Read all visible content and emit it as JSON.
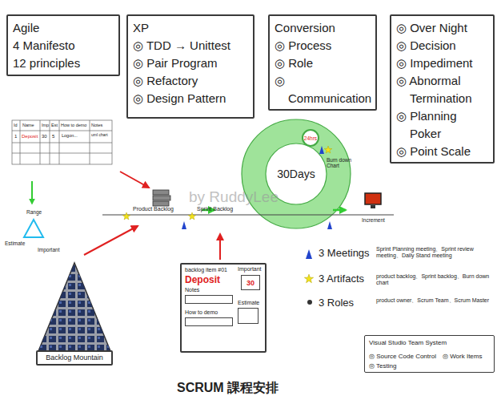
{
  "diagram": {
    "caption": "SCRUM 課程安排",
    "nodes": [
      {
        "text": [
          "Agile",
          "4 Manifesto",
          "12 principles"
        ]
      },
      {
        "text": [
          "XP",
          "◎ TDD → Unittest",
          "◎ Pair Program",
          "◎ Refactory",
          "◎ Design Pattern"
        ]
      },
      {
        "text": [
          "Conversion",
          "◎ Process",
          "◎ Role",
          "◎ Communication"
        ]
      },
      {
        "text": [
          "◎ Over Night",
          "◎ Decision",
          "◎ Impediment",
          "◎ Abnormal Termination",
          "◎ Planning Poker",
          "◎ Point Scale"
        ]
      },
      {
        "text": [
          "24hrs"
        ]
      },
      {
        "text": [
          "30Days"
        ]
      },
      {
        "text": [
          "Backlog Mountain"
        ]
      },
      {
        "text": [
          "backlog item #01",
          "Deposit",
          "Important",
          "Notes",
          "Estimate",
          "How to demo"
        ]
      },
      {
        "text": [
          "30"
        ],
        "in": 7
      },
      {
        "text": [
          "Visual Studio Team System",
          "◎ Source Code Control",
          "◎ Work Items",
          "◎ Testing"
        ]
      }
    ],
    "labels": [
      "Id",
      "Name",
      "Imp",
      "Est",
      "How to demo",
      "Notes",
      "1",
      "Deposit",
      "30",
      "5",
      "Logon...",
      "uml chart",
      "Range",
      "Estimate",
      "Important",
      "Product Backlog",
      "Sprint Backlog",
      "Burn down Chart",
      "Increment",
      "by RuddyLee",
      "Sprint Planning meeting、Sprint review meeting、Daily Stand meeting",
      "product backlog、Sprint backlog、Burn down chart",
      "product owner、Scrum Team、Scrum Master"
    ],
    "legend": [
      {
        "text": "3 Meetings"
      },
      {
        "text": "3 Artifacts"
      },
      {
        "text": "3 Roles"
      }
    ]
  }
}
